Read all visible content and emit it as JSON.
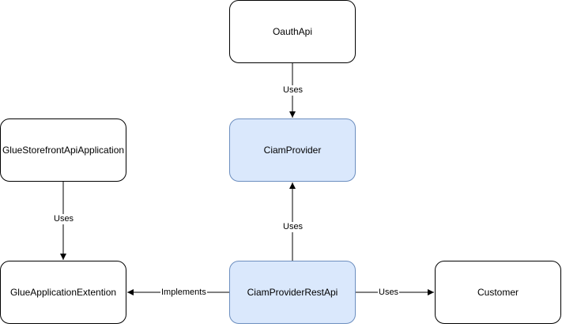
{
  "nodes": {
    "oauth_api": "OauthApi",
    "ciam_provider": "CiamProvider",
    "glue_storefront": "GlueStorefrontApiApplication",
    "glue_application_extention": "GlueApplicationExtention",
    "ciam_provider_rest_api": "CiamProviderRestApi",
    "customer": "Customer"
  },
  "edges": {
    "oauth_to_ciam": "Uses",
    "glue_storefront_to_extention": "Uses",
    "rest_api_to_ciam": "Uses",
    "rest_api_to_extention": "Implements",
    "rest_api_to_customer": "Uses"
  },
  "colors": {
    "highlight_fill": "#dae8fc",
    "highlight_stroke": "#6c8ebf",
    "default_fill": "#ffffff",
    "default_stroke": "#000000"
  }
}
